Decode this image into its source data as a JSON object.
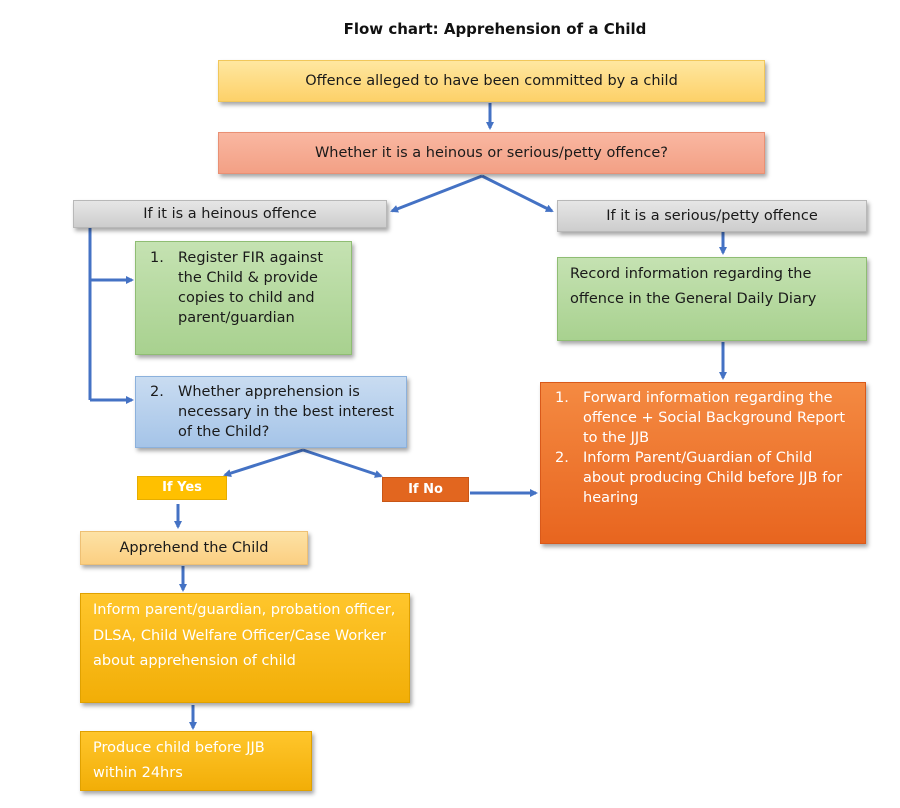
{
  "title": "Flow chart: Apprehension of a Child",
  "nodes": {
    "offence_alleged": "Offence alleged to have been committed by a child",
    "whether_heinous": "Whether it is a heinous or serious/petty offence?",
    "if_heinous": "If it is a heinous offence",
    "if_serious": "If it is a serious/petty offence",
    "register_fir": {
      "num": "1.",
      "text": "Register FIR against the Child & provide copies to child and parent/guardian"
    },
    "whether_apprehension": {
      "num": "2.",
      "text": "Whether apprehension is necessary in the best interest of the Child?"
    },
    "record_info": "Record information regarding the offence in the General Daily Diary",
    "forward_info": {
      "item1_num": "1.",
      "item1": "Forward information regarding the offence + Social Background Report to the JJB",
      "item2_num": "2.",
      "item2": "Inform Parent/Guardian of Child about producing Child before JJB for hearing"
    },
    "if_yes": "If Yes",
    "if_no": "If No",
    "apprehend": "Apprehend the Child",
    "inform_parent": "Inform parent/guardian, probation officer, DLSA, Child Welfare Officer/Case Worker about apprehension of child",
    "produce_child": "Produce child before JJB within 24hrs"
  },
  "colors": {
    "arrow": "#4472c4",
    "yellow": "#fdd169",
    "salmon": "#f3a085",
    "grey": "#cdcdcd",
    "green": "#a8d18f",
    "blue": "#a5c4e8",
    "orange": "#e8651f",
    "gold": "#f2ae07"
  }
}
